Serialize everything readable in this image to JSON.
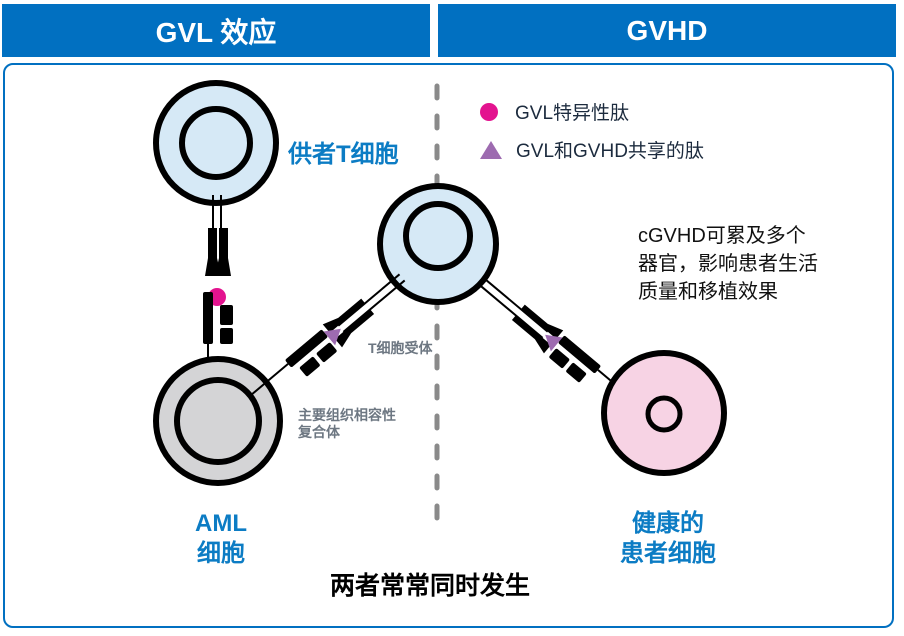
{
  "header": {
    "left_title": "GVL 效应",
    "right_title": "GVHD"
  },
  "colors": {
    "header_bg": "#0170c1",
    "label_blue": "#0c7cc4",
    "t_cell_fill": "#d6e9f6",
    "aml_cell_fill": "#d4d4d6",
    "healthy_cell_fill": "#f7d3e4",
    "gvl_peptide": "#e3138f",
    "shared_peptide": "#9d6bb0",
    "divider": "#8a8a8a"
  },
  "legend": [
    {
      "icon": "magenta-circle-icon",
      "label": "GVL特异性肽"
    },
    {
      "icon": "purple-triangle-icon",
      "label": "GVL和GVHD共享的肽"
    }
  ],
  "labels": {
    "donor_t_cell": "供者T细胞",
    "t_cell_receptor": "T细胞受体",
    "mhc_line1": "主要组织相容性",
    "mhc_line2": "复合体",
    "aml_line1": "AML",
    "aml_line2": "细胞",
    "healthy_line1": "健康的",
    "healthy_line2": "患者细胞",
    "footer": "两者常常同时发生"
  },
  "description": {
    "lines": [
      "cGVHD可累及多个",
      "器官，影响患者生活",
      "质量和移植效果"
    ]
  }
}
